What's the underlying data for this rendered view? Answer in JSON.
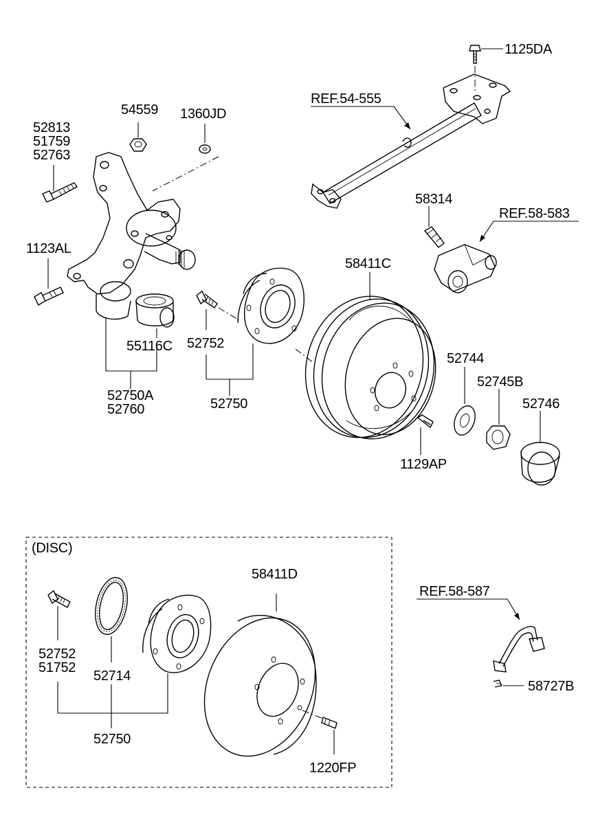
{
  "labels": {
    "p1125DA": "1125DA",
    "ref54555": "REF.54-555",
    "p54559": "54559",
    "p1360JD": "1360JD",
    "p52813": "52813",
    "p51759": "51759",
    "p52763": "52763",
    "p58314": "58314",
    "ref58583": "REF.58-583",
    "p1123AL": "1123AL",
    "p58411C": "58411C",
    "p55116C": "55116C",
    "p52752a": "52752",
    "p52744": "52744",
    "p52745B": "52745B",
    "p52746": "52746",
    "p52750A": "52750A",
    "p52760": "52760",
    "p52750a": "52750",
    "p1129AP": "1129AP",
    "disc": "(DISC)",
    "p58411D": "58411D",
    "ref58587": "REF.58-587",
    "p52752b": "52752",
    "p51752": "51752",
    "p52714": "52714",
    "p58727B": "58727B",
    "p52750b": "52750",
    "p1220FP": "1220FP"
  }
}
